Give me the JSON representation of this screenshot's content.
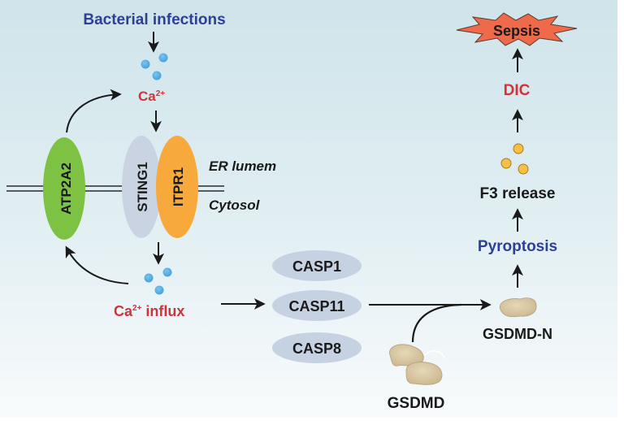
{
  "title": "Bacterial infections to sepsis via Ca2+ / STING1 / ITPR1 signaling",
  "colors": {
    "bg_top": "#cfe4ea",
    "bg_bottom": "#f8fbfc",
    "blue_text": "#2e3f96",
    "red_text": "#d2333b",
    "dark_text": "#1a1a1a",
    "calcium_dot": "#3f9fdc",
    "f3_dot": "#f5c043",
    "atp2a2": "#7dc243",
    "sting1": "#c9d3e1",
    "itpr1": "#f8a93b",
    "casp": "#c6d2e2",
    "gsdmd": "#c9b58d",
    "sepsis_fill": "#ef6a4a"
  },
  "labels": {
    "bacterial_infections": "Bacterial infections",
    "ca_top": "Ca",
    "ca_top_sup": "2+",
    "ca_influx": "Ca",
    "ca_influx_sup": "2+",
    "ca_influx_suffix": " influx",
    "er_lumen": "ER lumem",
    "cytosol": "Cytosol",
    "atp2a2": "ATP2A2",
    "sting1": "STING1",
    "itpr1": "ITPR1",
    "casp1": "CASP1",
    "casp11": "CASP11",
    "casp8": "CASP8",
    "gsdmd": "GSDMD",
    "gsdmd_n": "GSDMD-N",
    "pyroptosis": "Pyroptosis",
    "f3_release": "F3 release",
    "dic": "DIC",
    "sepsis": "Sepsis"
  },
  "icons": {
    "calcium_ions": "calcium-ion-dots",
    "f3_particles": "f3-particle-dots",
    "gsdmd_protein": "gsdmd-bean-shapes",
    "sepsis_burst": "starburst-shape",
    "membrane": "double-line-membrane"
  }
}
